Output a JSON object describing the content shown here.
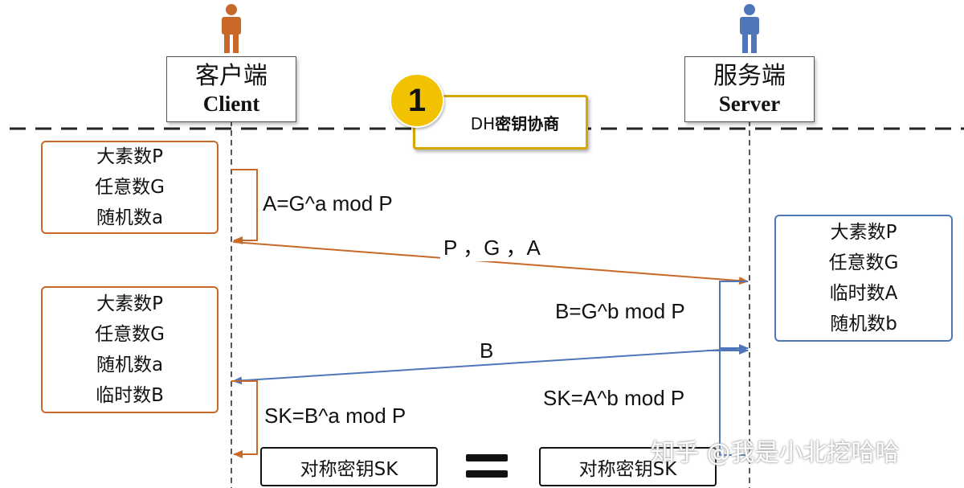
{
  "colors": {
    "client": "#c8692a",
    "server": "#4f76b8",
    "step_badge": "#f2c200",
    "step_border": "#d4a800"
  },
  "client": {
    "icon": "person-icon",
    "name_cn": "客户端",
    "name_en": "Client"
  },
  "server": {
    "icon": "person-icon",
    "name_cn": "服务端",
    "name_en": "Server"
  },
  "step": {
    "number": "1",
    "title_prefix": "DH",
    "title_main": "密钥协商"
  },
  "client_params_1": [
    "大素数P",
    "任意数G",
    "随机数a"
  ],
  "server_params": [
    "大素数P",
    "任意数G",
    "临时数A",
    "随机数b"
  ],
  "client_params_2": [
    "大素数P",
    "任意数G",
    "随机数a",
    "临时数B"
  ],
  "labels": {
    "compute_A": "A=G^a mod P",
    "send_PGA": "P ，G ，A",
    "compute_B": "B=G^b mod P",
    "send_B": "B",
    "client_sk": "SK=B^a mod P",
    "server_sk": "SK=A^b mod P"
  },
  "result": {
    "client_key": "对称密钥SK",
    "server_key": "对称密钥SK"
  },
  "watermark": "知乎 @我是小北挖哈哈"
}
